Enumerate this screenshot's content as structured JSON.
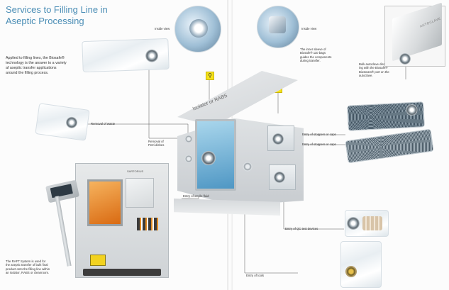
{
  "title": {
    "line1": "Services to Filling Line in",
    "line2": "Aseptic Processing"
  },
  "intro": {
    "line1": "Applied to filling lines, the Biosafe®",
    "line2": "technology is the answer to a variety",
    "line3": "af aseptic transfer applications",
    "line4": "around the filling process."
  },
  "labels": {
    "inside_view_left": "Inside view",
    "inside_view_right": "Inside view",
    "removal_waste": "Removal of waste",
    "removal_petri_line1": "Removal of",
    "removal_petri_line2": "Petri dishes",
    "entry_sterile_fluid": "Entry of sterile fluid",
    "entry_stoppers_1": "Entry of stoppers or caps",
    "entry_stoppers_2": "Entry of stoppers or caps",
    "entry_qc": "Entry of QC test devices",
    "entry_tools": "Entry of tools",
    "isolator": "Isolator or RABS",
    "autoclave": "AUTOCLAVE",
    "machine_brand": "SARTORIUS"
  },
  "inner_sleeve": {
    "line1": "The inner sleeve of",
    "line2": "Biosafe® 110 bags",
    "line3": "guides the components",
    "line4": "during transfer."
  },
  "autoclave_text": {
    "line1": "Bulk autoclave discharg-",
    "line2": "ing with the Biosafe®",
    "line3": "Biosteam® port on the",
    "line4": "autoclave."
  },
  "raft_text": {
    "line1": "The RAFT System is used for",
    "line2": "the aseptic transfer of bulk final",
    "line3": "product onto the filling line within",
    "line4": "an isolator, RABS or cleanroom."
  },
  "icons": {
    "zoom": "magnifier-icon"
  },
  "colors": {
    "title": "#4a8db5",
    "highlight": "#f5e21a",
    "isolator_window": "#6fb3d6",
    "machine_orange": "#e07a1e"
  }
}
